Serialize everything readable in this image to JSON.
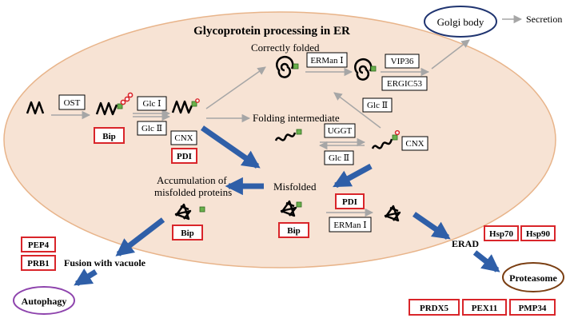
{
  "title": "Glycoprotein processing in ER",
  "organelles": {
    "golgi": "Golgi body",
    "secretion": "Secretion",
    "proteasome": "Proteasome",
    "autophagy": "Autophagy"
  },
  "labels": {
    "correctly_folded": "Correctly folded",
    "folding_intermediate": "Folding intermediate",
    "misfolded": "Misfolded",
    "accumulation_line1": "Accumulation of",
    "accumulation_line2": "misfolded proteins",
    "fusion_with_vacuole": "Fusion with vacuole",
    "erad": "ERAD"
  },
  "enzymes": {
    "ost": "OST",
    "glc1": "Glc Ⅰ",
    "glc2_top": "Glc Ⅱ",
    "glc2_right": "Glc Ⅱ",
    "glc2_bottom": "Glc Ⅱ",
    "cnx_left": "CNX",
    "cnx_right": "CNX",
    "erman_top": "ERMan Ⅰ",
    "erman_bottom": "ERMan Ⅰ",
    "vip36": "VIP36",
    "ergic53": "ERGIC53",
    "uggt": "UGGT"
  },
  "highlighted_proteins": {
    "bip_1": "Bip",
    "pdi_1": "PDI",
    "pdi_2": "PDI",
    "bip_2": "Bip",
    "bip_3": "Bip",
    "pep4": "PEP4",
    "prb1": "PRB1",
    "hsp70": "Hsp70",
    "hsp90": "Hsp90",
    "prdx5": "PRDX5",
    "pex11": "PEX11",
    "pmp34": "PMP34"
  },
  "colors": {
    "er_fill": "#f7e3d4",
    "er_stroke": "#e8b48a",
    "golgi_stroke": "#1f3470",
    "proteasome_stroke": "#7a3e12",
    "autophagy_stroke": "#8e44ad",
    "highlight_red": "#d9252a",
    "flow_blue": "#2f5fa8",
    "gray_arrow": "#a6a6a6",
    "glycan_green": "#6ab04c"
  }
}
